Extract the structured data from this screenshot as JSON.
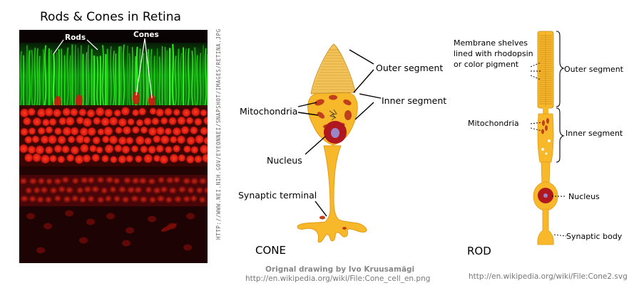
{
  "title": "Rods & Cones in Retina",
  "micrograph": {
    "rods_label": "Rods",
    "cones_label": "Cones"
  },
  "vertical_url": "HTTP://WWW.NEI.NIH.GOV/EYEONNEI/SNAPSHOT/IMAGES/RETINA.JPG",
  "cone": {
    "outer_segment": "Outer segment",
    "inner_segment": "Inner segment",
    "mitochondria": "Mitochondria",
    "nucleus": "Nucleus",
    "synaptic_terminal": "Synaptic terminal",
    "caption": "CONE",
    "credit_author": "Orignal drawing by Ivo Kruusamägi",
    "credit_url": "http://en.wikipedia.org/wiki/File:Cone_cell_en.png"
  },
  "rod": {
    "membrane": "Membrane shelves\nlined with rhodopsin\nor color pigment",
    "outer_segment": "Outer segment",
    "inner_segment": "Inner segment",
    "mitochondria": "Mitochondria",
    "nucleus": "Nucleus",
    "synaptic_body": "Synaptic body",
    "caption": "ROD",
    "credit_url": "http://en.wikipedia.org/wiki/File:Cone2.svg"
  },
  "colors": {
    "cell_fill": "#f7b92a",
    "cell_stroke": "#e49a18",
    "mito": "#c0401c",
    "nucleus": "#b01820",
    "nucleolus": "#9a86c8",
    "micro_green": "#2ee01a",
    "micro_red": "#e81a10"
  }
}
